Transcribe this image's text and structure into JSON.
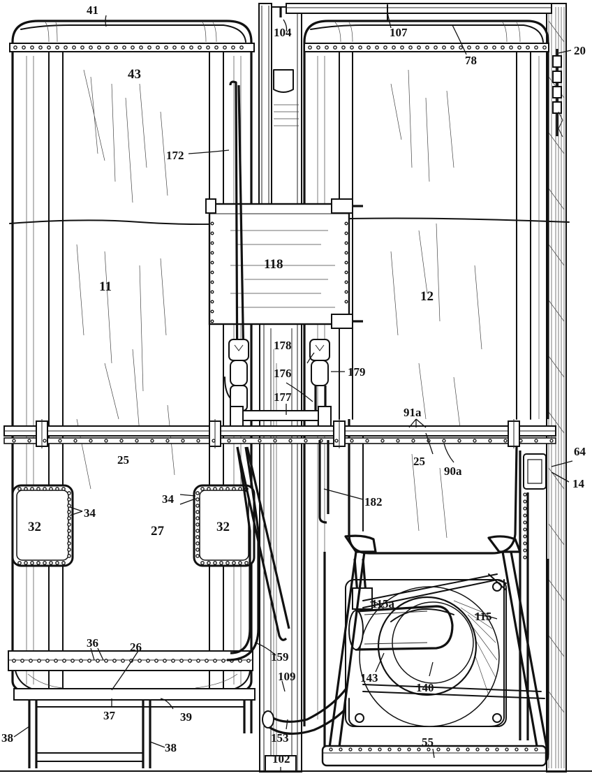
{
  "figure": {
    "components": [
      {
        "ref": "41",
        "role": "left-tank-top-cap"
      },
      {
        "ref": "104",
        "role": "central-column-top"
      },
      {
        "ref": "107",
        "role": "top-rail"
      },
      {
        "ref": "20",
        "role": "right-frame-chain"
      },
      {
        "ref": "78",
        "role": "right-tank-top-band"
      },
      {
        "ref": "43",
        "role": "left-tank-upper"
      },
      {
        "ref": "172",
        "role": "left-pipe"
      },
      {
        "ref": "118",
        "role": "central-box"
      },
      {
        "ref": "11",
        "role": "left-tank"
      },
      {
        "ref": "12",
        "role": "right-tank"
      },
      {
        "ref": "178",
        "role": "valve-left"
      },
      {
        "ref": "179",
        "role": "valve-right"
      },
      {
        "ref": "176",
        "role": "valve-stem"
      },
      {
        "ref": "177",
        "role": "cross-pipe"
      },
      {
        "ref": "91a",
        "role": "bolt-rivets"
      },
      {
        "ref": "25",
        "role": "horizontal-band"
      },
      {
        "ref": "90a",
        "role": "band-rivet"
      },
      {
        "ref": "64",
        "role": "right-bracket"
      },
      {
        "ref": "14",
        "role": "right-frame-post"
      },
      {
        "ref": "182",
        "role": "drain-pipe"
      },
      {
        "ref": "34",
        "role": "hatch-rivets"
      },
      {
        "ref": "32",
        "role": "hatch"
      },
      {
        "ref": "27",
        "role": "left-tank-lower"
      },
      {
        "ref": "115a",
        "role": "motor-mount"
      },
      {
        "ref": "115",
        "role": "support-strut"
      },
      {
        "ref": "36",
        "role": "lower-band-rivets"
      },
      {
        "ref": "26",
        "role": "bottom-cap"
      },
      {
        "ref": "159",
        "role": "return-pipe"
      },
      {
        "ref": "143",
        "role": "motor-housing"
      },
      {
        "ref": "140",
        "role": "fan-wheel"
      },
      {
        "ref": "109",
        "role": "column-base"
      },
      {
        "ref": "37",
        "role": "bench-top"
      },
      {
        "ref": "39",
        "role": "bench-rail"
      },
      {
        "ref": "38",
        "role": "bench-leg"
      },
      {
        "ref": "153",
        "role": "elbow-pipe"
      },
      {
        "ref": "55",
        "role": "machine-base"
      },
      {
        "ref": "102",
        "role": "column-foot"
      }
    ],
    "labels": {
      "l41": "41",
      "l104": "104",
      "l107": "107",
      "l20": "20",
      "l78": "78",
      "l43": "43",
      "l172": "172",
      "l118": "118",
      "l11": "11",
      "l12": "12",
      "l178": "178",
      "l179": "179",
      "l176": "176",
      "l177": "177",
      "l91a": "91a",
      "l25a": "25",
      "l25b": "25",
      "l90a": "90a",
      "l64": "64",
      "l14": "14",
      "l182": "182",
      "l34a": "34",
      "l34b": "34",
      "l32a": "32",
      "l32b": "32",
      "l27": "27",
      "l115a": "115a",
      "l115": "115",
      "l36": "36",
      "l26": "26",
      "l159": "159",
      "l143": "143",
      "l140": "140",
      "l109": "109",
      "l37": "37",
      "l39": "39",
      "l38a": "38",
      "l38b": "38",
      "l153": "153",
      "l55": "55",
      "l102": "102"
    }
  }
}
